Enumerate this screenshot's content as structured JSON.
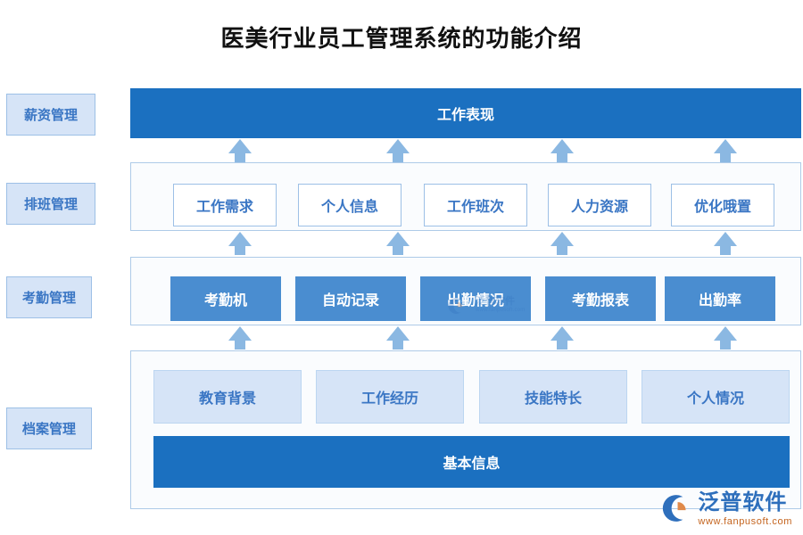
{
  "title": "医美行业员工管理系统的功能介绍",
  "colors": {
    "dark_blue": "#1B70C0",
    "mid_blue": "#4A8DD0",
    "light_blue": "#D6E4F7",
    "panel_bg": "#FAFCFE",
    "panel_border": "#AECBE8",
    "text_blue": "#3A76C4",
    "arrow_blue": "#8BB8E2",
    "brand_blue": "#2E6FBC",
    "brand_orange": "#C4641E"
  },
  "sidebar": {
    "items": [
      {
        "label": "薪资管理"
      },
      {
        "label": "排班管理"
      },
      {
        "label": "考勤管理"
      },
      {
        "label": "档案管理"
      }
    ]
  },
  "diagram": {
    "top_bar": {
      "label": "工作表现"
    },
    "row_scheduling": {
      "nodes": [
        {
          "label": "工作需求"
        },
        {
          "label": "个人信息"
        },
        {
          "label": "工作班次"
        },
        {
          "label": "人力资源"
        },
        {
          "label": "优化哦置"
        }
      ]
    },
    "row_attendance": {
      "nodes": [
        {
          "label": "考勤机"
        },
        {
          "label": "自动记录"
        },
        {
          "label": "出勤情况"
        },
        {
          "label": "考勤报表"
        },
        {
          "label": "出勤率"
        }
      ]
    },
    "row_archive": {
      "nodes": [
        {
          "label": "教育背景"
        },
        {
          "label": "工作经历"
        },
        {
          "label": "技能特长"
        },
        {
          "label": "个人情况"
        }
      ],
      "base_bar": {
        "label": "基本信息"
      }
    }
  },
  "watermark": {
    "name": "泛普软件",
    "url": "www.fanpusoft.com"
  },
  "brand": {
    "name": "泛普软件",
    "url": "www.fanpusoft.com"
  }
}
